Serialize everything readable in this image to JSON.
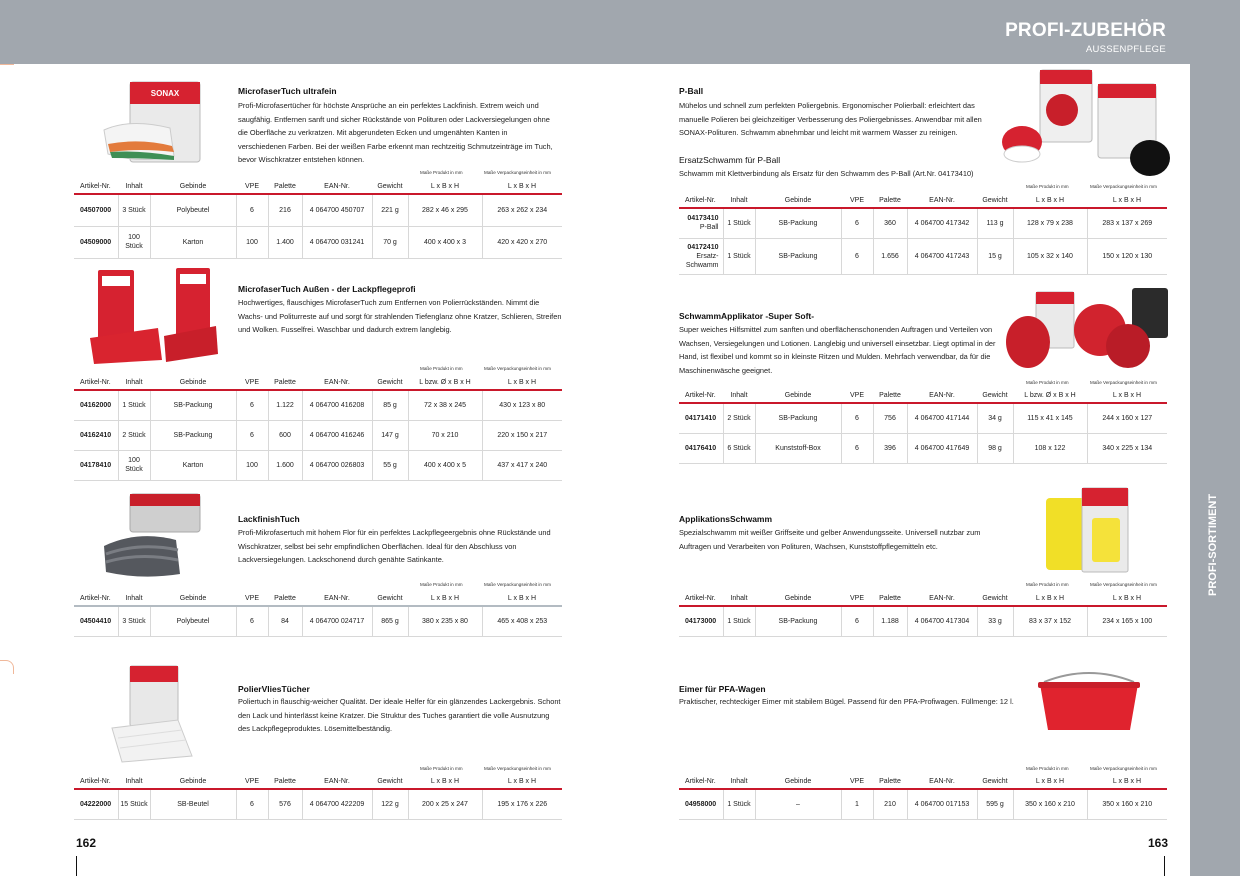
{
  "header": {
    "title": "PROFI-ZUBEHÖR",
    "subtitle": "AUSSENPFLEGE"
  },
  "side_label": "PROFI-SORTIMENT",
  "page_numbers": {
    "left": "162",
    "right": "163"
  },
  "dim_notes": {
    "product": "Maße Produkt in mm",
    "package": "Maße Verpackungseinheit in mm"
  },
  "colors": {
    "accent_red": "#c9182b",
    "band_grey": "#a1a7ae",
    "corner_line": "#f0b89a"
  },
  "products": [
    {
      "title": "MicrofaserTuch ultrafein",
      "desc": "Profi-Microfasertücher für höchste Ansprüche an ein perfektes Lackfinish. Extrem weich und saugfähig. Entfernen sanft und sicher Rückstände von Polituren oder Lackversiegelungen ohne die Oberfläche zu verkratzen. Mit abgerundeten Ecken und umgenähten Kanten in verschiedenen Farben. Bei der weißen Farbe erkennt man rechtzeitig Schmutzeinträge im Tuch, bevor Wischkratzer entstehen können.",
      "headers": [
        "Artikel-Nr.",
        "Inhalt",
        "Gebinde",
        "VPE",
        "Palette",
        "EAN-Nr.",
        "Gewicht",
        "L x B x H",
        "L x B x H"
      ],
      "rows": [
        [
          "04507000",
          "3 Stück",
          "Polybeutel",
          "6",
          "216",
          "4 064700 450707",
          "221 g",
          "282 x 46 x 295",
          "263 x 262 x 234"
        ],
        [
          "04509000",
          "100 Stück",
          "Karton",
          "100",
          "1.400",
          "4 064700 031241",
          "70 g",
          "400 x 400 x 3",
          "420 x 420 x 270"
        ]
      ]
    },
    {
      "title": "MicrofaserTuch Außen - der Lackpflegeprofi",
      "desc": "Hochwertiges, flauschiges MicrofaserTuch zum Entfernen von Polierrückständen. Nimmt die Wachs- und Politurreste auf und sorgt für strahlenden Tiefenglanz ohne Kratzer, Schlieren, Streifen und Wolken. Fusselfrei. Waschbar und dadurch extrem langlebig.",
      "headers": [
        "Artikel-Nr.",
        "Inhalt",
        "Gebinde",
        "VPE",
        "Palette",
        "EAN-Nr.",
        "Gewicht",
        "L bzw. Ø x B x H",
        "L x B x H"
      ],
      "rows": [
        [
          "04162000",
          "1 Stück",
          "SB-Packung",
          "6",
          "1.122",
          "4 064700 416208",
          "85 g",
          "72 x 38 x 245",
          "430 x 123 x 80"
        ],
        [
          "04162410",
          "2 Stück",
          "SB-Packung",
          "6",
          "600",
          "4 064700 416246",
          "147 g",
          "70 x 210",
          "220 x 150 x 217"
        ],
        [
          "04178410",
          "100 Stück",
          "Karton",
          "100",
          "1.600",
          "4 064700 026803",
          "55 g",
          "400 x 400 x 5",
          "437 x 417 x 240"
        ]
      ]
    },
    {
      "title": "LackfinishTuch",
      "desc": "Profi-Mikrofasertuch mit hohem Flor für ein perfektes Lackpflegeergebnis ohne Rückstände und Wischkratzer, selbst bei sehr empfindlichen Oberflächen. Ideal für den Abschluss von Lackversiegelungen. Lackschonend durch genähte Satinkante.",
      "headers": [
        "Artikel-Nr.",
        "Inhalt",
        "Gebinde",
        "VPE",
        "Palette",
        "EAN-Nr.",
        "Gewicht",
        "L x B x H",
        "L x B x H"
      ],
      "rows": [
        [
          "04504410",
          "3 Stück",
          "Polybeutel",
          "6",
          "84",
          "4 064700 024717",
          "865 g",
          "380 x 235 x 80",
          "465 x 408 x 253"
        ]
      ]
    },
    {
      "title": "PolierVliesTücher",
      "desc": "Poliertuch in flauschig-weicher Qualität. Der ideale Helfer für ein glänzendes Lackergebnis. Schont den Lack und hinterlässt keine Kratzer. Die Struktur des Tuches garantiert die volle Ausnutzung des Lackpflegeproduktes. Lösemittelbeständig.",
      "headers": [
        "Artikel-Nr.",
        "Inhalt",
        "Gebinde",
        "VPE",
        "Palette",
        "EAN-Nr.",
        "Gewicht",
        "L x B x H",
        "L x B x H"
      ],
      "rows": [
        [
          "04222000",
          "15 Stück",
          "SB-Beutel",
          "6",
          "576",
          "4 064700 422209",
          "122 g",
          "200 x 25 x 247",
          "195 x 176 x 226"
        ]
      ]
    },
    {
      "title": "P-Ball",
      "desc": "Mühelos und schnell zum perfekten Poliergebnis. Ergonomischer Polierball: erleichtert das manuelle Polieren bei gleichzeitiger Verbesserung des Poliergebnisses. Anwendbar mit allen SONAX-Polituren. Schwamm abnehmbar und leicht mit warmem Wasser zu reinigen.",
      "subtitle": "ErsatzSchwamm für P-Ball",
      "subdesc": "Schwamm mit Klettverbindung als Ersatz für den Schwamm des P-Ball (Art.Nr. 04173410)",
      "headers": [
        "Artikel-Nr.",
        "Inhalt",
        "Gebinde",
        "VPE",
        "Palette",
        "EAN-Nr.",
        "Gewicht",
        "L x B x H",
        "L x B x H"
      ],
      "rows": [
        [
          "04173410",
          "1 Stück",
          "SB-Packung",
          "6",
          "360",
          "4 064700 417342",
          "113 g",
          "128 x 79 x 238",
          "283 x 137 x 269"
        ],
        [
          "04172410",
          "1 Stück",
          "SB-Packung",
          "6",
          "1.656",
          "4 064700 417243",
          "15 g",
          "105 x 32 x 140",
          "150 x 120 x 130"
        ]
      ],
      "row_notes": [
        "P-Ball",
        "Ersatz-Schwamm"
      ]
    },
    {
      "title": "SchwammApplikator -Super Soft-",
      "desc": "Super weiches Hilfsmittel zum sanften und oberflächenschonenden Auftragen und Verteilen von Wachsen, Versiegelungen und Lotionen. Langlebig und universell einsetzbar. Liegt optimal in der Hand, ist flexibel und kommt so in kleinste Ritzen und Mulden. Mehrfach verwendbar, da für die Maschinenwäsche geeignet.",
      "headers": [
        "Artikel-Nr.",
        "Inhalt",
        "Gebinde",
        "VPE",
        "Palette",
        "EAN-Nr.",
        "Gewicht",
        "L bzw. Ø x B x H",
        "L x B x H"
      ],
      "rows": [
        [
          "04171410",
          "2 Stück",
          "SB-Packung",
          "6",
          "756",
          "4 064700 417144",
          "34 g",
          "115 x 41 x 145",
          "244 x 160 x 127"
        ],
        [
          "04176410",
          "6 Stück",
          "Kunststoff-Box",
          "6",
          "396",
          "4 064700 417649",
          "98 g",
          "108 x 122",
          "340 x 225 x 134"
        ]
      ]
    },
    {
      "title": "ApplikationsSchwamm",
      "desc": "Spezialschwamm mit weißer Griffseite und gelber Anwendungsseite. Universell nutzbar zum Auftragen und Verarbeiten von Polituren, Wachsen, Kunststoffpflegemitteln etc.",
      "headers": [
        "Artikel-Nr.",
        "Inhalt",
        "Gebinde",
        "VPE",
        "Palette",
        "EAN-Nr.",
        "Gewicht",
        "L x B x H",
        "L x B x H"
      ],
      "rows": [
        [
          "04173000",
          "1 Stück",
          "SB-Packung",
          "6",
          "1.188",
          "4 064700 417304",
          "33 g",
          "83 x 37 x 152",
          "234 x 165 x 100"
        ]
      ]
    },
    {
      "title": "Eimer für PFA-Wagen",
      "desc": "Praktischer, rechteckiger Eimer mit stabilem Bügel. Passend für den PFA-Profiwagen. Füllmenge: 12 l.",
      "headers": [
        "Artikel-Nr.",
        "Inhalt",
        "Gebinde",
        "VPE",
        "Palette",
        "EAN-Nr.",
        "Gewicht",
        "L x B x H",
        "L x B x H"
      ],
      "rows": [
        [
          "04958000",
          "1 Stück",
          "–",
          "1",
          "210",
          "4 064700 017153",
          "595 g",
          "350 x 160 x 210",
          "350 x 160 x 210"
        ]
      ]
    }
  ]
}
